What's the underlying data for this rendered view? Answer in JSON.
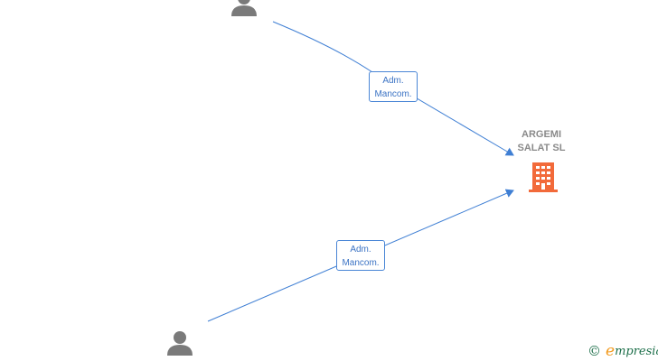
{
  "nodes": {
    "company": {
      "name_line1": "ARGEMI",
      "name_line2": "SALAT  SL"
    },
    "person_top": {
      "icon": "person-icon"
    },
    "person_bottom": {
      "icon": "person-icon"
    }
  },
  "edges": [
    {
      "from": "person_top",
      "to": "company",
      "label_line1": "Adm.",
      "label_line2": "Mancom."
    },
    {
      "from": "person_bottom",
      "to": "company",
      "label_line1": "Adm.",
      "label_line2": "Mancom."
    }
  ],
  "colors": {
    "edge": "#3f7fd4",
    "person": "#7a7a7a",
    "company": "#f26a3a",
    "label_text": "#3b73c4"
  },
  "brand": {
    "copyright_symbol": "©",
    "initial": "e",
    "rest": "mpresia"
  }
}
